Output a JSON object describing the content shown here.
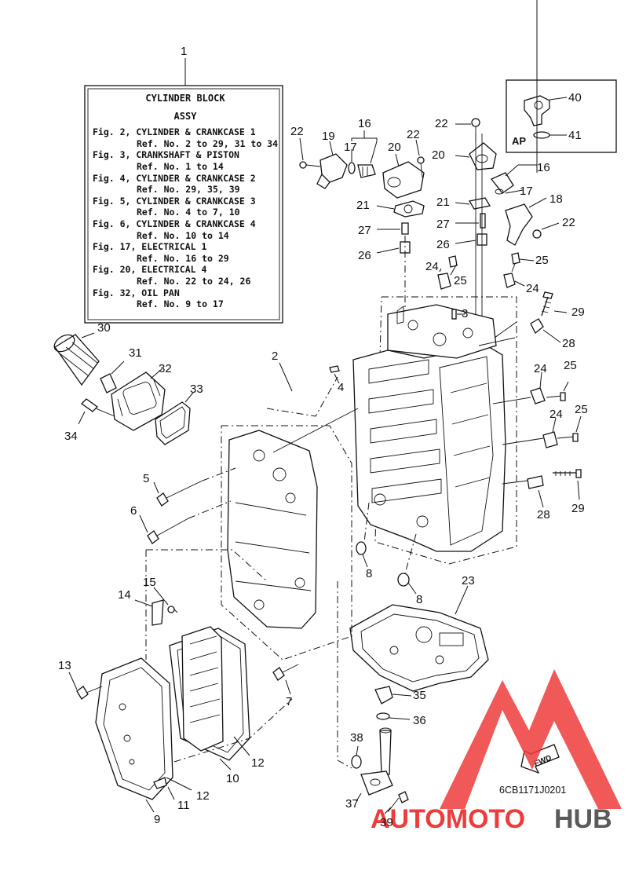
{
  "legend": {
    "ref_number": "1",
    "title": "CYLINDER BLOCK",
    "subtitle": "ASSY",
    "lines": [
      {
        "fig": "Fig. 2, CYLINDER & CRANKCASE 1",
        "ref": "Ref. No. 2 to 29, 31 to 34"
      },
      {
        "fig": "Fig. 3, CRANKSHAFT & PISTON",
        "ref": "Ref. No. 1 to 14"
      },
      {
        "fig": "Fig. 4, CYLINDER & CRANKCASE 2",
        "ref": "Ref. No. 29, 35, 39"
      },
      {
        "fig": "Fig. 5, CYLINDER & CRANKCASE 3",
        "ref": "Ref. No. 4 to 7, 10"
      },
      {
        "fig": "Fig. 6, CYLINDER & CRANKCASE 4",
        "ref": "Ref. No. 10 to 14"
      },
      {
        "fig": "Fig. 17, ELECTRICAL 1",
        "ref": "Ref. No. 16 to 29"
      },
      {
        "fig": "Fig. 20, ELECTRICAL 4",
        "ref": "Ref. No. 22 to 24, 26"
      },
      {
        "fig": "Fig. 32, OIL PAN",
        "ref": "Ref. No. 9 to 17"
      }
    ]
  },
  "inset": {
    "tag": "AP",
    "refs": [
      "40",
      "41"
    ]
  },
  "diagram_code": "6CB1171J0201",
  "fwd_label": "FWD",
  "watermark": {
    "part1": "AUTOMOTO",
    "part2": "HUB",
    "color_red": "#ef3b3b",
    "color_gray": "#5a5a5a"
  },
  "callouts": [
    "2",
    "3",
    "4",
    "5",
    "6",
    "7",
    "8",
    "8",
    "9",
    "10",
    "11",
    "12",
    "12",
    "13",
    "14",
    "15",
    "16",
    "16",
    "17",
    "17",
    "18",
    "19",
    "20",
    "20",
    "21",
    "21",
    "22",
    "22",
    "22",
    "22",
    "23",
    "24",
    "24",
    "24",
    "24",
    "25",
    "25",
    "25",
    "25",
    "26",
    "26",
    "27",
    "27",
    "28",
    "28",
    "29",
    "29",
    "30",
    "31",
    "32",
    "33",
    "34",
    "35",
    "36",
    "37",
    "38",
    "39"
  ]
}
